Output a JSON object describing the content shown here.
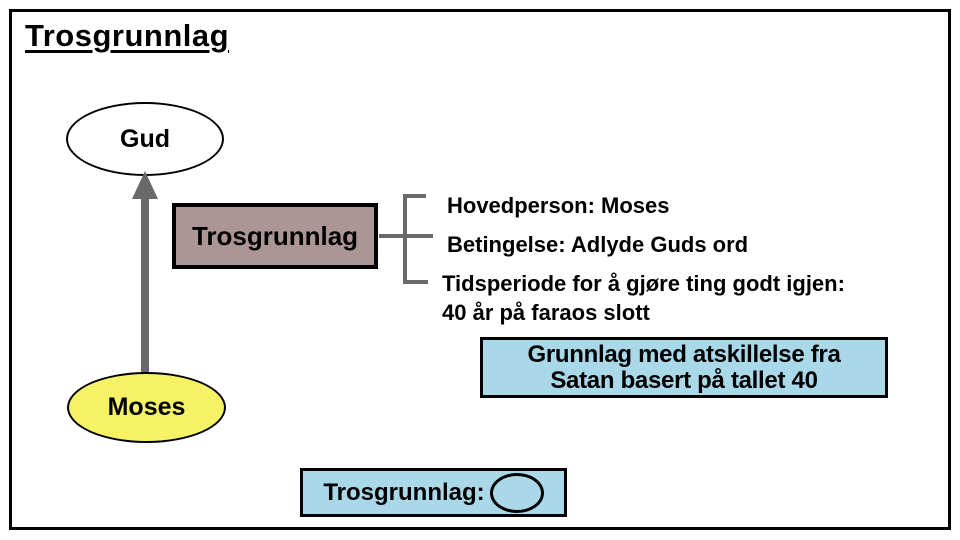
{
  "title": "Trosgrunnlag",
  "nodes": {
    "gud": "Gud",
    "moses": "Moses"
  },
  "concept_box": {
    "label": "Trosgrunnlag"
  },
  "annotations": {
    "hovedperson": "Hovedperson: Moses",
    "betingelse": "Betingelse: Adlyde Guds ord",
    "tidsperiode_line1": "Tidsperiode for å gjøre ting godt igjen:",
    "tidsperiode_line2": "40 år på faraos slott"
  },
  "callout": {
    "line1": "Grunnlag med atskillelse fra",
    "line2": "Satan basert på tallet 40"
  },
  "legend": {
    "label": "Trosgrunnlag:"
  },
  "colors": {
    "concept_box_fill": "#ab9595",
    "moses_fill": "#f5f266",
    "callout_fill": "#a9d9e8",
    "connector_gray": "#696969",
    "border_black": "#000000"
  }
}
